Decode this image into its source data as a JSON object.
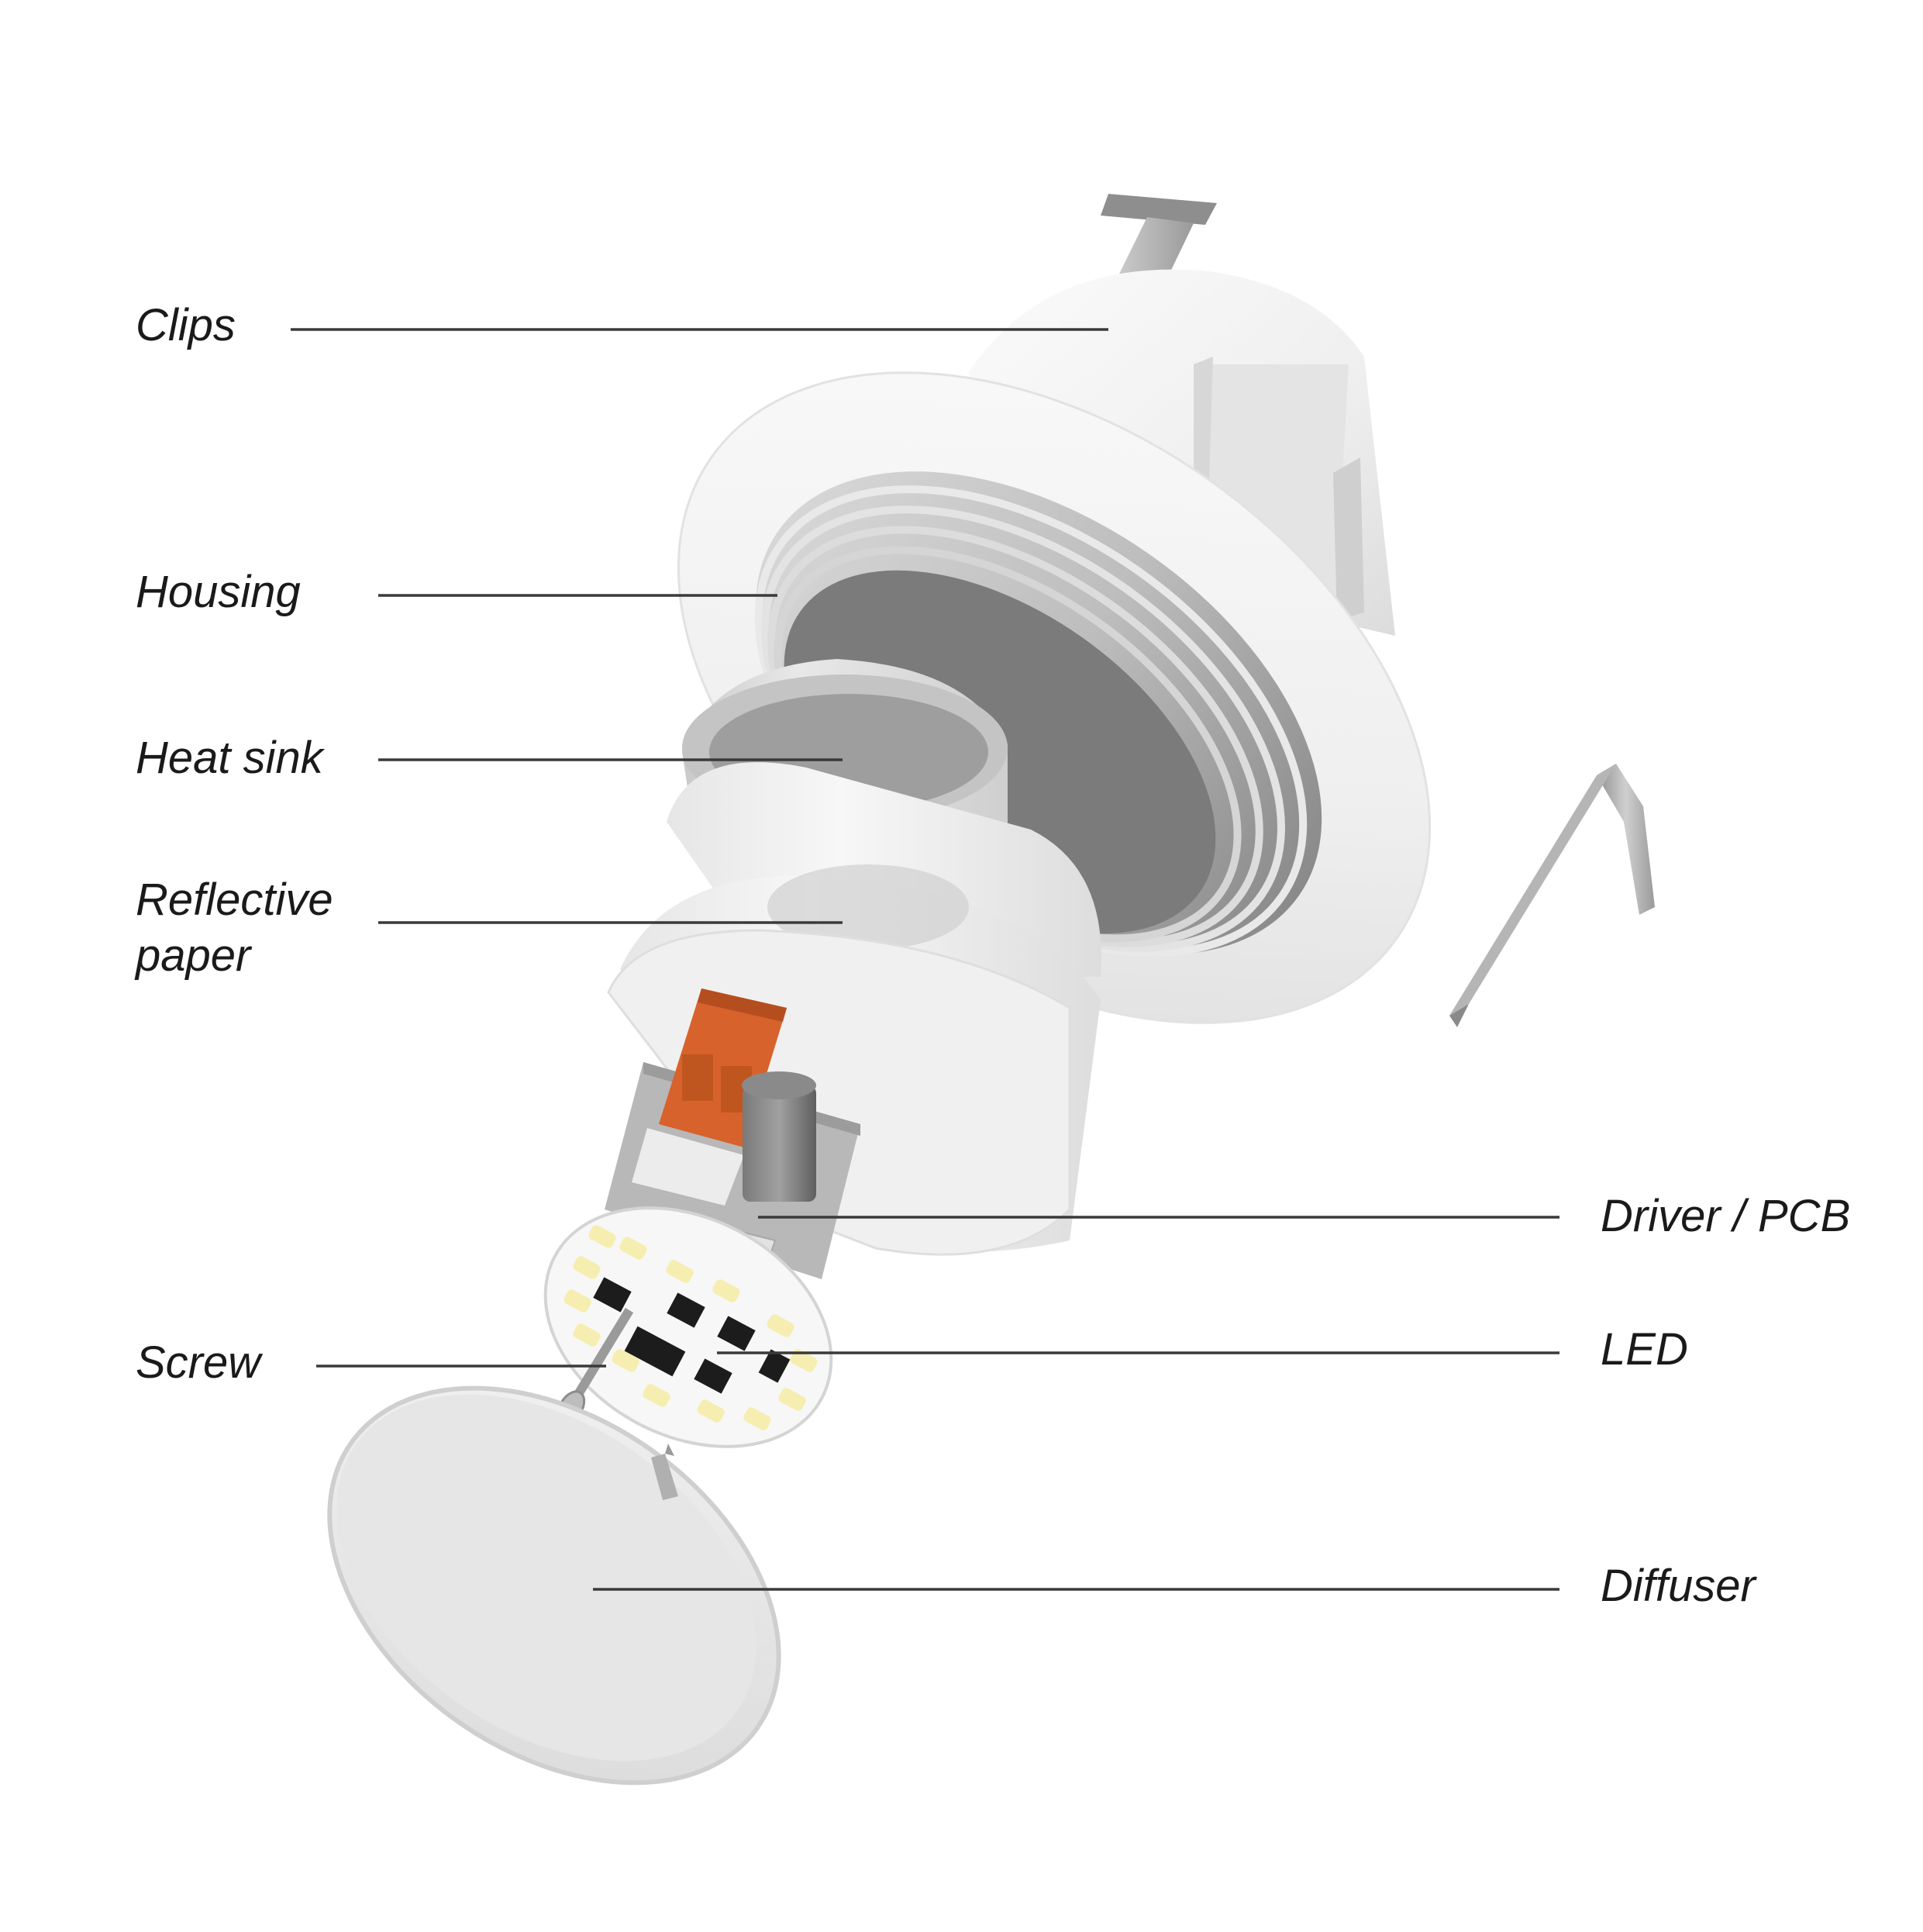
{
  "labels": {
    "clips": "Clips",
    "housing": "Housing",
    "heat_sink": "Heat sink",
    "reflective_paper": "Reflective\npaper",
    "driver_pcb": "Driver / PCB",
    "led": "LED",
    "screw": "Screw",
    "diffuser": "Diffuser"
  },
  "colors": {
    "background": "#ffffff",
    "housing": "#f2f2f2",
    "metal_clip": "#a9a9a9",
    "connector_orange": "#d8622b",
    "led_yellow": "#f6eeb0",
    "chip_black": "#1c1c1c",
    "leader_line": "#3a3a3a"
  }
}
